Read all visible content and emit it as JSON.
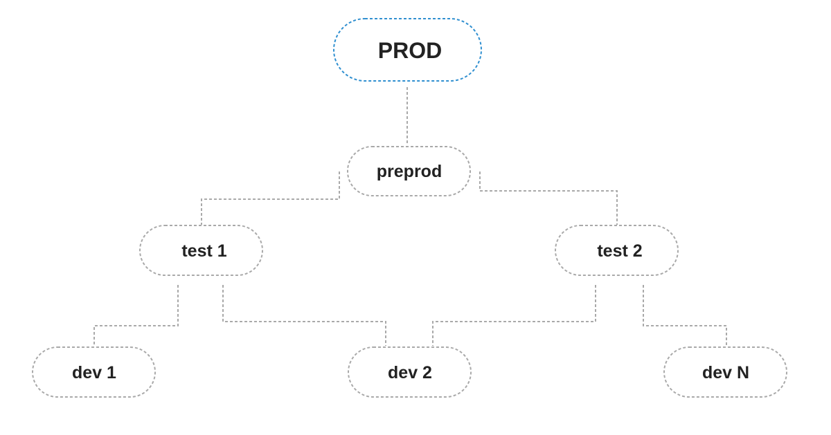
{
  "nodes": {
    "prod": {
      "label": "PROD"
    },
    "preprod": {
      "label": "preprod"
    },
    "test1": {
      "label": "test 1"
    },
    "test2": {
      "label": "test 2"
    },
    "dev1": {
      "label": "dev 1"
    },
    "dev2": {
      "label": "dev 2"
    },
    "devN": {
      "label": "dev N"
    }
  },
  "colors": {
    "accent_border": "#2f8fd0",
    "border": "#a9a9a9",
    "text": "#222222"
  }
}
